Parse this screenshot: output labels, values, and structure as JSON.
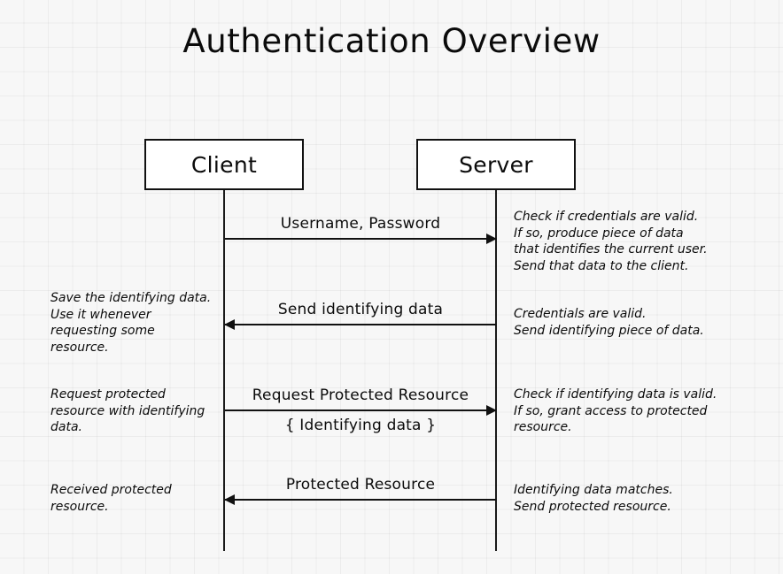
{
  "title": "Authentication Overview",
  "participants": [
    {
      "name": "client",
      "label": "Client"
    },
    {
      "name": "server",
      "label": "Server"
    }
  ],
  "messages": [
    {
      "id": "username-password",
      "label_above": "Username, Password",
      "label_below": "",
      "direction": "right",
      "left_note": "",
      "right_note": "Check if credentials are valid.\nIf so, produce piece of data\nthat identifies the current user.\nSend that data to the client."
    },
    {
      "id": "send-identifying-data",
      "label_above": "Send identifying data",
      "label_below": "",
      "direction": "left",
      "left_note": "Save the identifying data.\nUse it whenever\nrequesting some\nresource.",
      "right_note": "Credentials are valid.\nSend identifying piece of data."
    },
    {
      "id": "request-protected-resource",
      "label_above": "Request Protected Resource",
      "label_below": "{ Identifying data }",
      "direction": "right",
      "left_note": "Request protected\nresource with identifying\ndata.",
      "right_note": "Check if identifying data is valid.\nIf so, grant access to protected\nresource."
    },
    {
      "id": "protected-resource",
      "label_above": "Protected Resource",
      "label_below": "",
      "direction": "left",
      "left_note": "Received protected\nresource.",
      "right_note": "Identifying data matches.\nSend protected resource."
    }
  ],
  "colors": {
    "background": "#f7f7f7",
    "grid_line": "#ebebeb",
    "ink": "#111111",
    "box_fill": "#ffffff"
  }
}
